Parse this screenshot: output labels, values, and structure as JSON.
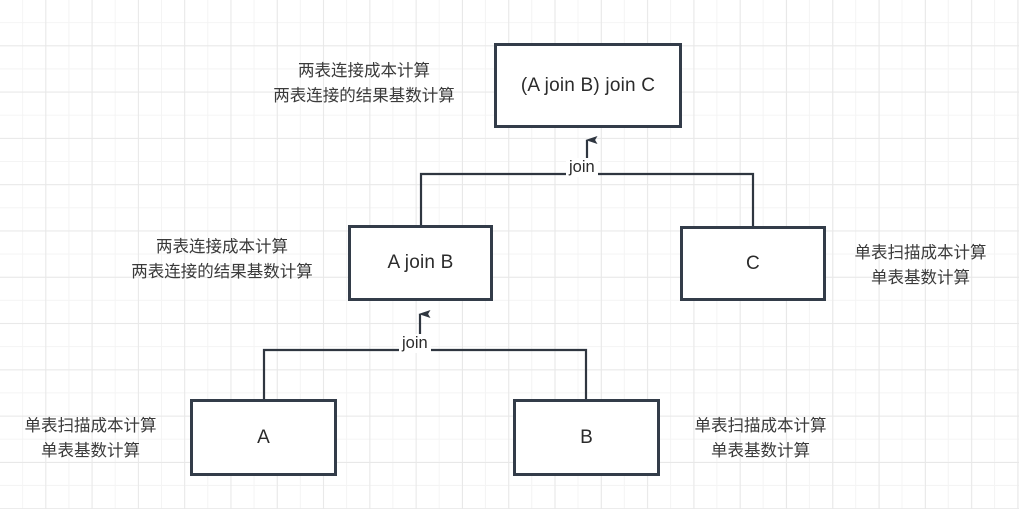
{
  "diagram": {
    "title": "Join tree cost estimation diagram",
    "colors": {
      "node_stroke": "#333c49",
      "node_fill": "#ffffff",
      "edge_stroke": "#2f3640",
      "text": "#2b2b2b",
      "note_text": "#3a3a3a",
      "grid_minor": "#f4f4f4",
      "grid_major": "#e8e8e8",
      "background": "#ffffff"
    },
    "nodes": [
      {
        "id": "abc",
        "label": "(A join B) join C"
      },
      {
        "id": "ab",
        "label": "A join B"
      },
      {
        "id": "c",
        "label": "C"
      },
      {
        "id": "a",
        "label": "A"
      },
      {
        "id": "b",
        "label": "B"
      }
    ],
    "edge_labels": [
      {
        "id": "join-top",
        "label": "join"
      },
      {
        "id": "join-bottom",
        "label": "join"
      }
    ],
    "notes": [
      {
        "id": "note-top-left",
        "line1": "两表连接成本计算",
        "line2": "两表连接的结果基数计算"
      },
      {
        "id": "note-mid-left",
        "line1": "两表连接成本计算",
        "line2": "两表连接的结果基数计算"
      },
      {
        "id": "note-mid-right",
        "line1": "单表扫描成本计算",
        "line2": "单表基数计算"
      },
      {
        "id": "note-bottom-left",
        "line1": "单表扫描成本计算",
        "line2": "单表基数计算"
      },
      {
        "id": "note-bottom-right",
        "line1": "单表扫描成本计算",
        "line2": "单表基数计算"
      }
    ]
  }
}
